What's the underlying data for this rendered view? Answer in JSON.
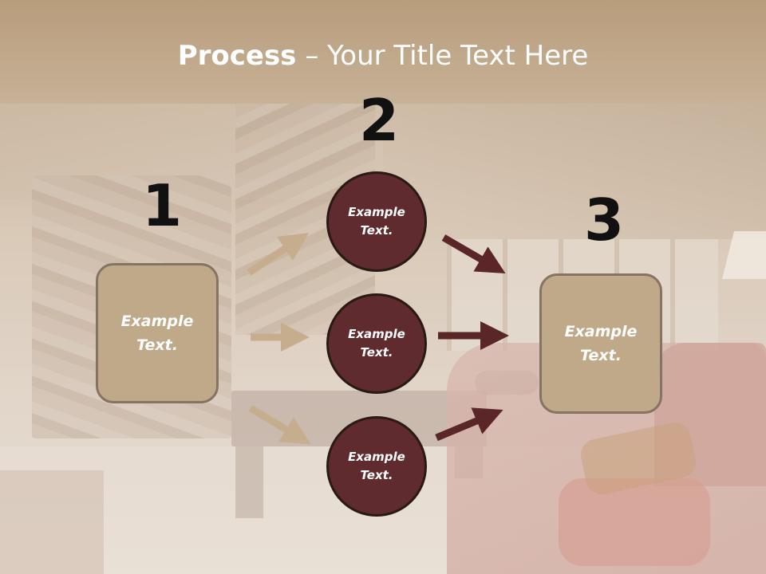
{
  "slide": {
    "title_bold": "Process",
    "title_rest": " – Your Title Text Here",
    "numbers": [
      "1",
      "2",
      "3"
    ],
    "step1_box": {
      "line1": "Example",
      "line2": "Text."
    },
    "step2_circles": [
      {
        "line1": "Example",
        "line2": "Text."
      },
      {
        "line1": "Example",
        "line2": "Text."
      },
      {
        "line1": "Example",
        "line2": "Text."
      }
    ],
    "step3_box": {
      "line1": "Example",
      "line2": "Text."
    }
  },
  "colors": {
    "header_band": "#b89d7c",
    "box_fill": "#c0a988",
    "circle_fill": "#5f2b2e",
    "arrow_left": "#c6ad8d",
    "arrow_right": "#5b2628",
    "number_text": "#111111"
  }
}
